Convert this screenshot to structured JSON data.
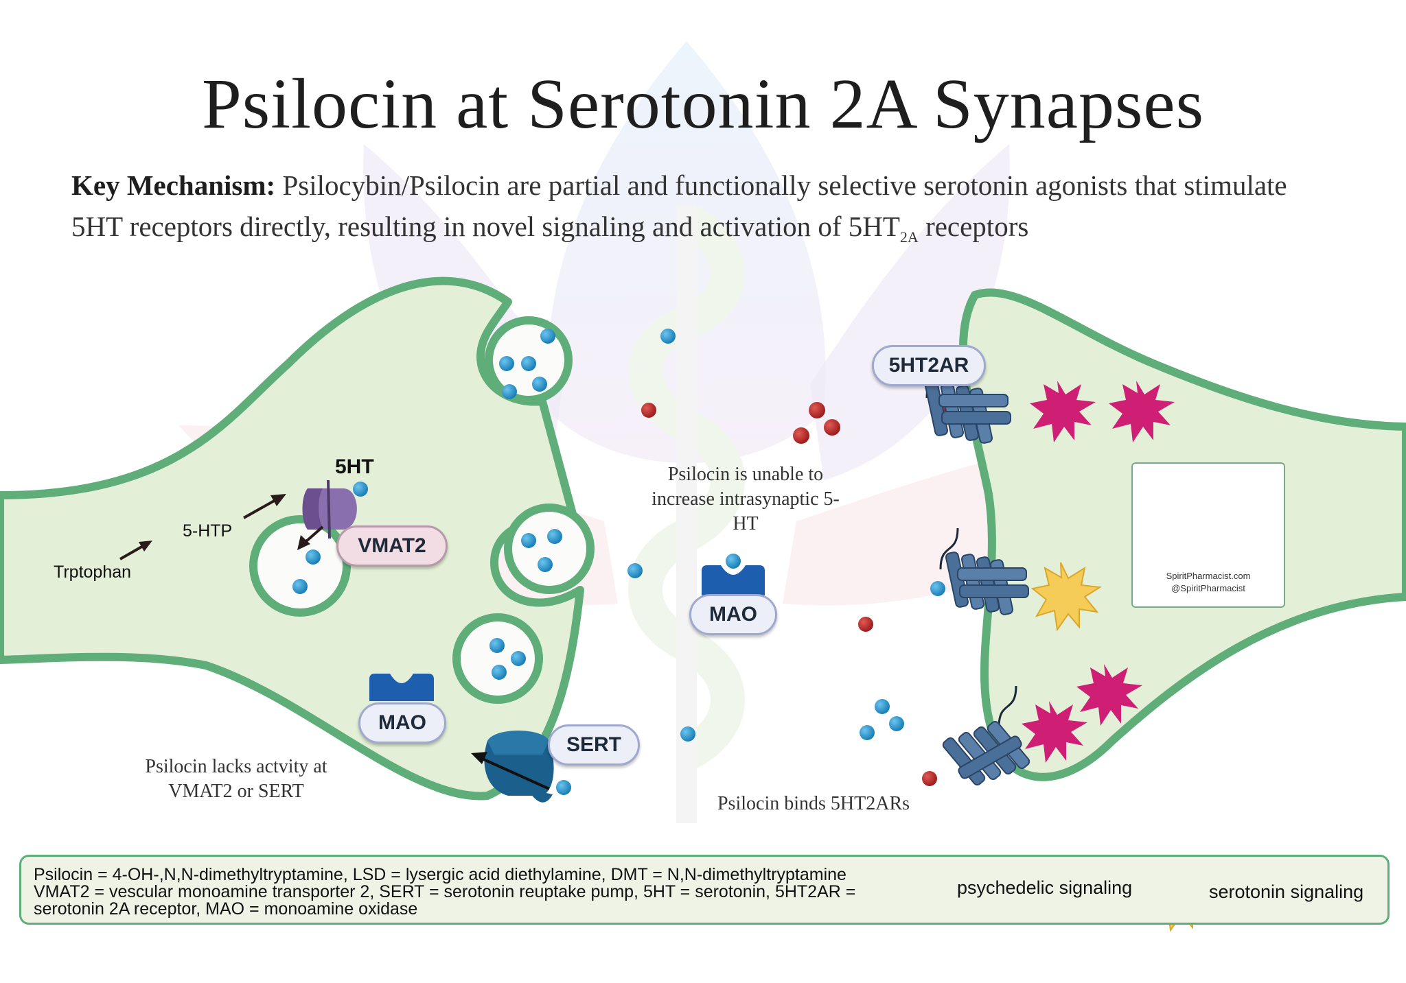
{
  "title": "Psilocin at Serotonin 2A Synapses",
  "key_mechanism": {
    "label": "Key Mechanism:",
    "text_1": " Psilocybin/Psilocin are partial and functionally selective serotonin agonists that stimulate 5HT receptors directly, resulting in novel signaling and activation of 5HT",
    "subscript": "2A",
    "text_2": " receptors"
  },
  "labels": {
    "ht5": "5HT",
    "htp": "5-HTP",
    "trp": "Trptophan",
    "vmat2": "VMAT2",
    "mao_pre": "MAO",
    "mao_cleft": "MAO",
    "sert": "SERT",
    "ht2ar": "5HT2AR"
  },
  "captions": {
    "cleft": "Psilocin is unable to increase intrasynaptic 5-HT",
    "lacks": "Psilocin lacks actvity at VMAT2 or SERT",
    "binds": "Psilocin binds 5HT2ARs"
  },
  "logo": {
    "line1": "SpiritPharmacist.com",
    "line2": "@SpiritPharmacist"
  },
  "legend": {
    "line1": "Psilocin = 4-OH-,N,N-dimethyltryptamine, LSD = lysergic acid diethylamine, DMT = N,N-dimethyltryptamine",
    "line2": "VMAT2 = vescular monoamine transporter 2, SERT = serotonin reuptake pump, 5HT = serotonin, 5HT2AR =",
    "line3": "serotonin 2A receptor, MAO = monoamine oxidase",
    "psychedelic": "psychedelic signaling",
    "serotonin": "serotonin signaling"
  },
  "colors": {
    "membrane": "#5fae7a",
    "cytoplasm": "#e3efd6",
    "serotonin_dot": "#2b8fc4",
    "psilocin_dot": "#b52a2a",
    "receptor": "#4a6f99",
    "vmat2": "#7a5c9a",
    "mao": "#1d5fae",
    "psychedelic_star": "#cf1f74",
    "serotonin_star": "#f5cc57"
  }
}
